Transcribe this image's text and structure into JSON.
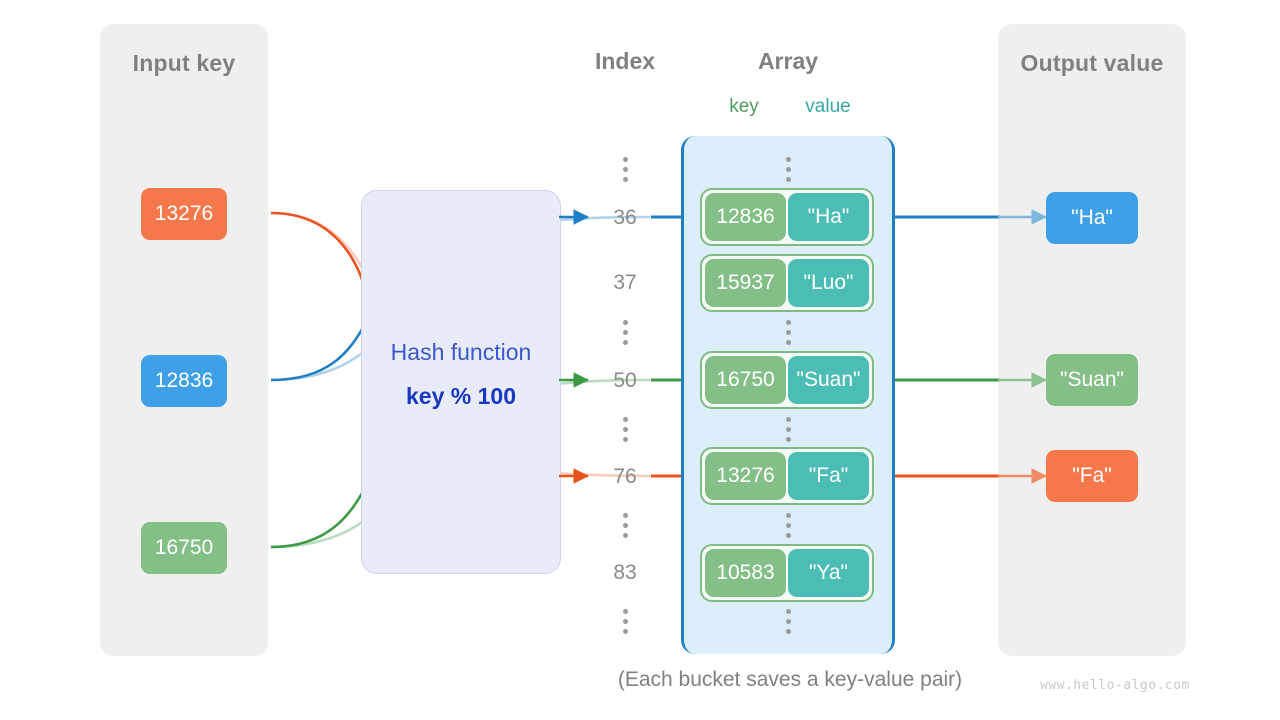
{
  "panels": {
    "input": {
      "title": "Input key"
    },
    "output": {
      "title": "Output value"
    }
  },
  "headings": {
    "index": "Index",
    "array": "Array",
    "key": "key",
    "value": "value"
  },
  "hash_function": {
    "title": "Hash function",
    "formula": "key % 100"
  },
  "input_keys": [
    {
      "label": "13276",
      "color": "#f4784b"
    },
    {
      "label": "12836",
      "color": "#3fa0e8"
    },
    {
      "label": "16750",
      "color": "#84bf87"
    }
  ],
  "indexes": [
    {
      "label": "36"
    },
    {
      "label": "37"
    },
    {
      "label": "50"
    },
    {
      "label": "76"
    },
    {
      "label": "83"
    }
  ],
  "buckets": [
    {
      "key": "12836",
      "value": "\"Ha\""
    },
    {
      "key": "15937",
      "value": "\"Luo\""
    },
    {
      "key": "16750",
      "value": "\"Suan\""
    },
    {
      "key": "13276",
      "value": "\"Fa\""
    },
    {
      "key": "10583",
      "value": "\"Ya\""
    }
  ],
  "output_values": [
    {
      "label": "\"Ha\"",
      "color": "#3fa0e8"
    },
    {
      "label": "\"Suan\"",
      "color": "#84bf87"
    },
    {
      "label": "\"Fa\"",
      "color": "#f4784b"
    }
  ],
  "caption": "(Each bucket saves a key-value pair)",
  "watermark": "www.hello-algo.com",
  "colors": {
    "panel_bg": "#efefef",
    "array_bg": "#ddeefb",
    "array_border": "#1f7fc4",
    "hash_bg": "#e8ecfa",
    "hash_text": "#3b57c9",
    "bucket_border": "#7fbb85",
    "bucket_key": "#84bf87",
    "bucket_value": "#4bbdb4",
    "heading_gray": "#808080",
    "wire_blue": "#1f7fc4",
    "wire_green": "#3d9a45",
    "wire_orange": "#e8531f"
  }
}
